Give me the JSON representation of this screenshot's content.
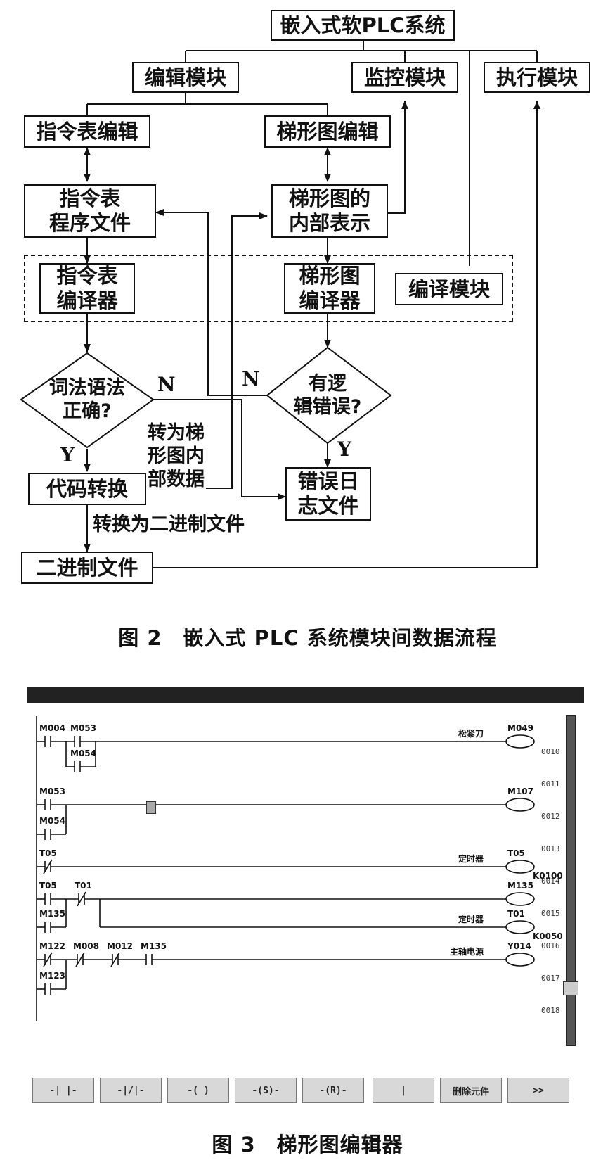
{
  "flowchart": {
    "root": "嵌入式软PLC系统",
    "edit_module": "编辑模块",
    "monitor_module": "监控模块",
    "exec_module": "执行模块",
    "il_edit": "指令表编辑",
    "ladder_edit": "梯形图编辑",
    "il_file": "指令表\n程序文件",
    "ladder_internal": "梯形图的\n内部表示",
    "il_compiler": "指令表\n编译器",
    "ladder_compiler": "梯形图\n编译器",
    "compile_module": "编译模块",
    "syntax_check": "词法语法\n正确?",
    "logic_check": "有逻\n辑错误?",
    "code_convert": "代码转换",
    "error_log": "错误日\n志文件",
    "binary_file": "二进制文件",
    "note_to_ladder": "转为梯\n形图内\n部数据",
    "note_to_binary": "转换为二进制文件",
    "label_N1": "N",
    "label_N2": "N",
    "label_Y1": "Y",
    "label_Y2": "Y"
  },
  "caption_fig2": "图 2　嵌入式 PLC 系统模块间数据流程",
  "ladder": {
    "contacts": {
      "c_m004": "M004",
      "c_m053a": "M053",
      "c_m054a": "M054",
      "c_m053b": "M053",
      "c_m054b": "M054",
      "c_t05a": "T05",
      "c_t05b": "T05",
      "c_t01": "T01",
      "c_m135a": "M135",
      "c_m122": "M122",
      "c_m008": "M008",
      "c_m012": "M012",
      "c_m135b": "M135",
      "c_m123": "M123"
    },
    "coils": {
      "o_m049": "M049",
      "o_m107": "M107",
      "o_t05": "T05",
      "o_m135": "M135",
      "o_t01": "T01",
      "o_y014": "Y014"
    },
    "consts": {
      "k1": "K0100",
      "k2": "K0050"
    },
    "comments": {
      "cm1": "松紧刀",
      "cm2": "定时器",
      "cm3": "定时器",
      "cm4": "主轴电源"
    },
    "line_numbers": [
      "0010",
      "0011",
      "0012",
      "0013",
      "0014",
      "0015",
      "0016",
      "0017",
      "0018"
    ]
  },
  "toolbar": [
    "-| |-",
    "-|/|-",
    "-( )",
    "-(S)-",
    "-(R)-",
    "|",
    "删除元件",
    ">>"
  ],
  "caption_fig3": "图 3　梯形图编辑器"
}
